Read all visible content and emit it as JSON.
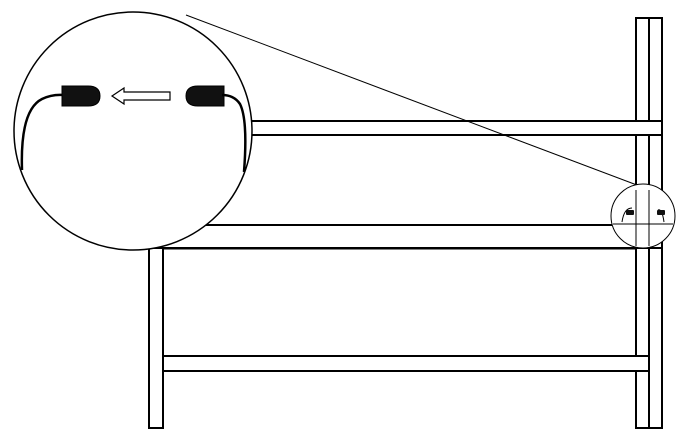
{
  "figure": {
    "kind": "assembly-instruction-line-drawing",
    "stroke_color": "#000000",
    "fill_color": "#ffffff",
    "cable_end_color": "#111111"
  },
  "callout": {
    "icon": "connect-cable-ends",
    "arrow_direction": "left",
    "parts": [
      "frame-rails",
      "legs",
      "cable-plug-left",
      "cable-plug-right",
      "push-arrow"
    ]
  }
}
